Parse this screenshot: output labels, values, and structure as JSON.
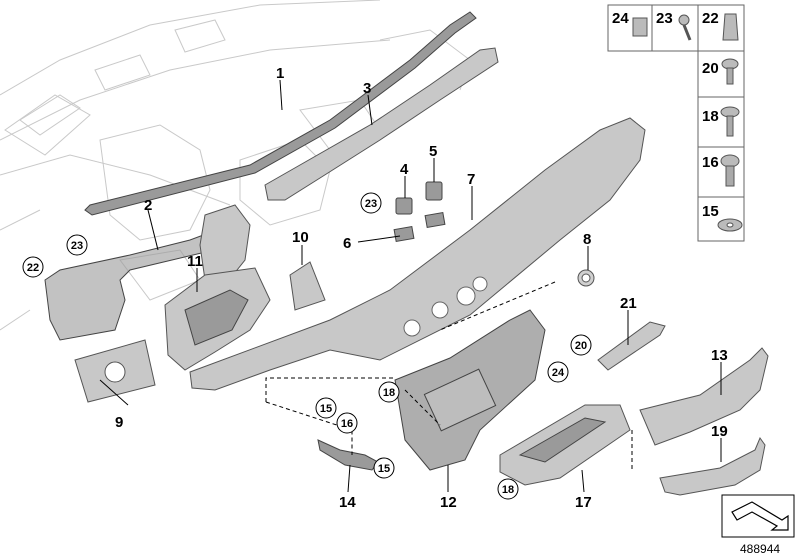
{
  "diagram": {
    "labels": [
      "1",
      "2",
      "3",
      "4",
      "5",
      "6",
      "7",
      "8",
      "9",
      "10",
      "11",
      "12",
      "13",
      "14",
      "17",
      "19",
      "21"
    ],
    "circled": [
      "23",
      "22",
      "23",
      "18",
      "15",
      "16",
      "15",
      "18",
      "20",
      "24"
    ],
    "table": [
      "24",
      "23",
      "22",
      "20",
      "18",
      "16",
      "15"
    ],
    "reference_number": "488944"
  }
}
